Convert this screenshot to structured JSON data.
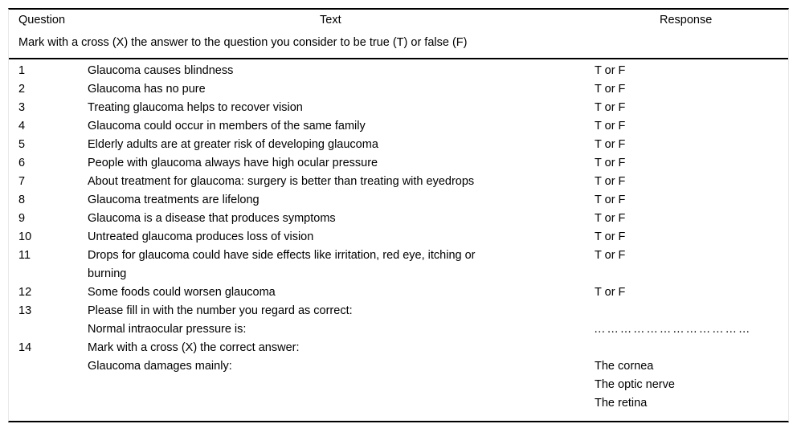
{
  "table": {
    "columns": {
      "question": "Question",
      "text": "Text",
      "response": "Response"
    },
    "instruction": "Mark with a cross (X) the answer to the question you consider to be true (T) or false (F)",
    "response_tf": "T or F",
    "dotted_line": "………………………………",
    "rows": [
      {
        "num": "1",
        "text": "Glaucoma causes blindness",
        "response": "T or F"
      },
      {
        "num": "2",
        "text": "Glaucoma has no pure",
        "response": "T or F"
      },
      {
        "num": "3",
        "text": "Treating glaucoma helps to recover vision",
        "response": "T or F"
      },
      {
        "num": "4",
        "text": "Glaucoma could occur in members of the same family",
        "response": "T or F"
      },
      {
        "num": "5",
        "text": "Elderly adults are at greater risk of developing glaucoma",
        "response": "T or F"
      },
      {
        "num": "6",
        "text": "People with glaucoma always have high ocular pressure",
        "response": "T or F"
      },
      {
        "num": "7",
        "text": "About treatment for glaucoma: surgery is better than treating with eyedrops",
        "response": "T or F"
      },
      {
        "num": "8",
        "text": "Glaucoma treatments are lifelong",
        "response": "T or F"
      },
      {
        "num": "9",
        "text": "Glaucoma is a disease that produces symptoms",
        "response": "T or F"
      },
      {
        "num": "10",
        "text": "Untreated glaucoma produces loss of vision",
        "response": "T or F"
      },
      {
        "num": "11",
        "text": "Drops for glaucoma could have side effects like irritation, red eye, itching or burning",
        "response": "T or F"
      },
      {
        "num": "12",
        "text": "Some foods could worsen glaucoma",
        "response": "T or F"
      }
    ],
    "row13": {
      "num": "13",
      "line1": "Please fill in with the number you regard as correct:",
      "line2": "Normal intraocular pressure is:"
    },
    "row14": {
      "num": "14",
      "line1": "Mark with a cross (X) the correct answer:",
      "line2": "Glaucoma damages mainly:",
      "options": [
        "The cornea",
        "The optic nerve",
        "The retina"
      ]
    }
  }
}
